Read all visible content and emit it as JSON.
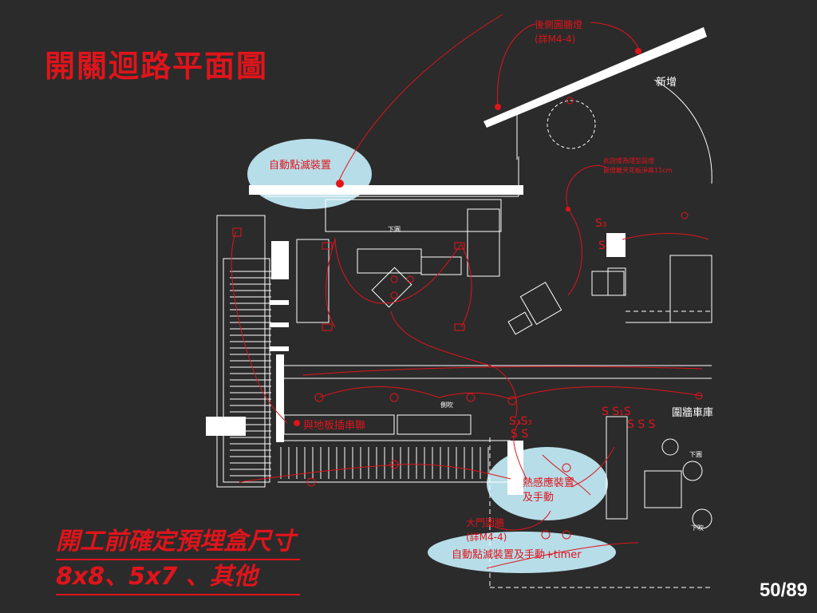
{
  "title": "開關迴路平面圖",
  "notes": [
    "開工前確定預埋盒尺寸",
    "8x8、5x7 、其他"
  ],
  "page": "50/89",
  "labels": {
    "rear_wall_light": "後側圖牆燈",
    "rear_wall_light_ref": "(詳M4-4)",
    "new_add": "新增",
    "auto_dimmer": "自動點滅裝置",
    "ceiling_note_1": "此說燈為隱型設燈",
    "ceiling_note_2": "嵌燈離天花板淨高11cm",
    "floor_socket": "與地板插串聯",
    "heat_sensor": "熱感應裝置",
    "manual": "及手動",
    "garage_wall": "圍牆車庫",
    "gate_light": "大門圍牆",
    "gate_light_ref": "(詳M4-4)",
    "auto_timer": "自動點滅裝置及手動+timer",
    "down_1": "下圓",
    "down_2": "下圓",
    "down_3": "下吹",
    "side_blow": "側吹",
    "switch_s3": "S₃",
    "switch_s": "S",
    "switches_a": "S₃S₃",
    "switches_b": "S S",
    "switches_c": "S S₁S",
    "switches_d": "S S S"
  },
  "colors": {
    "background": "#2b2b2b",
    "accent_red": "#e0141b",
    "line_white": "#ffffff",
    "bubble": "#b7dde8"
  }
}
